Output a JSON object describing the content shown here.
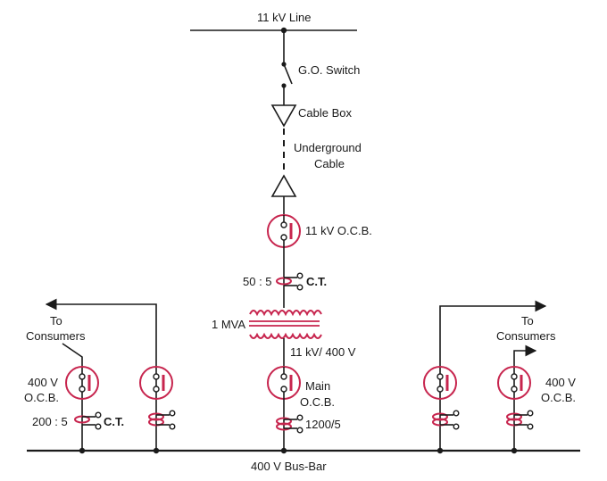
{
  "colors": {
    "line": "#1a1a1a",
    "accent": "#c7254e",
    "background": "#ffffff"
  },
  "labels": {
    "line_11kv": "11 kV Line",
    "go_switch": "G.O. Switch",
    "cable_box": "Cable Box",
    "underground_1": "Underground",
    "underground_2": "Cable",
    "ocb_11kv": "11 kV O.C.B.",
    "ct_ratio_top": "50 : 5",
    "ct_top": "C.T.",
    "transformer_rating": "1 MVA",
    "transformer_voltage": "11 kV/ 400 V",
    "main_ocb_1": "Main",
    "main_ocb_2": "O.C.B.",
    "main_ct_ratio": "1200/5",
    "left_to": "To",
    "left_consumers": "Consumers",
    "left_ocb_1": "400 V",
    "left_ocb_2": "O.C.B.",
    "left_ct_ratio": "200 : 5",
    "left_ct": "C.T.",
    "right_to": "To",
    "right_consumers": "Consumers",
    "right_ocb_1": "400 V",
    "right_ocb_2": "O.C.B.",
    "busbar": "400 V Bus-Bar"
  }
}
